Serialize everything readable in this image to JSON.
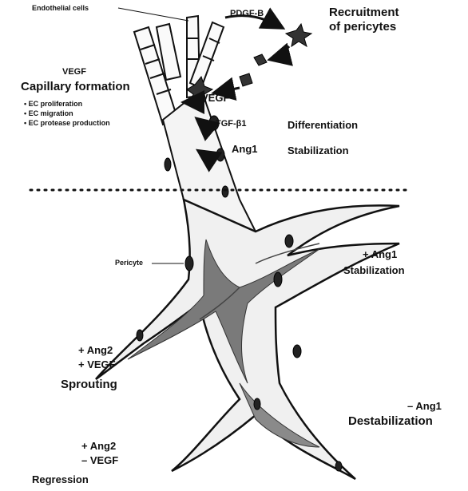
{
  "labels": {
    "endothelial_cells": "Endothelial cells",
    "pdgf_b": "PDGF-B",
    "recruitment_line1": "Recruitment",
    "recruitment_line2": "of pericytes",
    "vegf_top": "VEGF",
    "capillary_formation": "Capillary formation",
    "ec_bullets": [
      "EC proliferation",
      "EC migration",
      "EC protease production"
    ],
    "vegf_mid": "VEGF",
    "tgf_b1": "TGF-β1",
    "differentiation": "Differentiation",
    "ang1_top": "Ang1",
    "stabilization_top": "Stabilization",
    "pericyte": "Pericyte",
    "plus_ang1": "+ Ang1",
    "stabilization_right": "Stabilization",
    "plus_ang2_sprout": "+ Ang2",
    "plus_vegf_sprout": "+ VEGF",
    "sprouting": "Sprouting",
    "minus_ang1": "– Ang1",
    "destabilization": "Destabilization",
    "plus_ang2_regress": "+ Ang2",
    "minus_vegf_regress": "– VEGF",
    "regression": "Regression"
  },
  "colors": {
    "ink": "#111111",
    "vessel_shading": "#6a6a6a",
    "vessel_fill": "#f2f2f2"
  }
}
